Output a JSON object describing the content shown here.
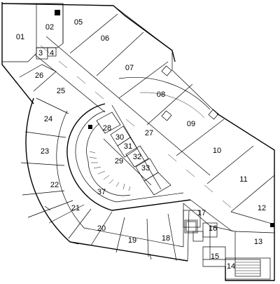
{
  "floor_plan": {
    "rooms": [
      {
        "id": "01",
        "label": "01"
      },
      {
        "id": "02",
        "label": "02"
      },
      {
        "id": "03",
        "label": "3"
      },
      {
        "id": "04",
        "label": "4"
      },
      {
        "id": "05",
        "label": "05"
      },
      {
        "id": "06",
        "label": "06"
      },
      {
        "id": "07",
        "label": "07"
      },
      {
        "id": "08",
        "label": "08"
      },
      {
        "id": "09",
        "label": "09"
      },
      {
        "id": "10",
        "label": "10"
      },
      {
        "id": "11",
        "label": "11"
      },
      {
        "id": "12",
        "label": "12"
      },
      {
        "id": "13",
        "label": "13"
      },
      {
        "id": "14",
        "label": "14"
      },
      {
        "id": "15",
        "label": "15"
      },
      {
        "id": "16",
        "label": "16"
      },
      {
        "id": "17",
        "label": "17"
      },
      {
        "id": "18",
        "label": "18"
      },
      {
        "id": "19",
        "label": "19"
      },
      {
        "id": "20",
        "label": "20"
      },
      {
        "id": "21",
        "label": "21"
      },
      {
        "id": "22",
        "label": "22"
      },
      {
        "id": "23",
        "label": "23"
      },
      {
        "id": "24",
        "label": "24"
      },
      {
        "id": "25",
        "label": "25"
      },
      {
        "id": "26",
        "label": "26"
      },
      {
        "id": "27",
        "label": "27"
      },
      {
        "id": "28",
        "label": "28"
      },
      {
        "id": "29",
        "label": "29"
      },
      {
        "id": "30",
        "label": "30"
      },
      {
        "id": "31",
        "label": "31"
      },
      {
        "id": "32",
        "label": "32"
      },
      {
        "id": "33",
        "label": "33"
      },
      {
        "id": "37",
        "label": "37"
      }
    ]
  }
}
